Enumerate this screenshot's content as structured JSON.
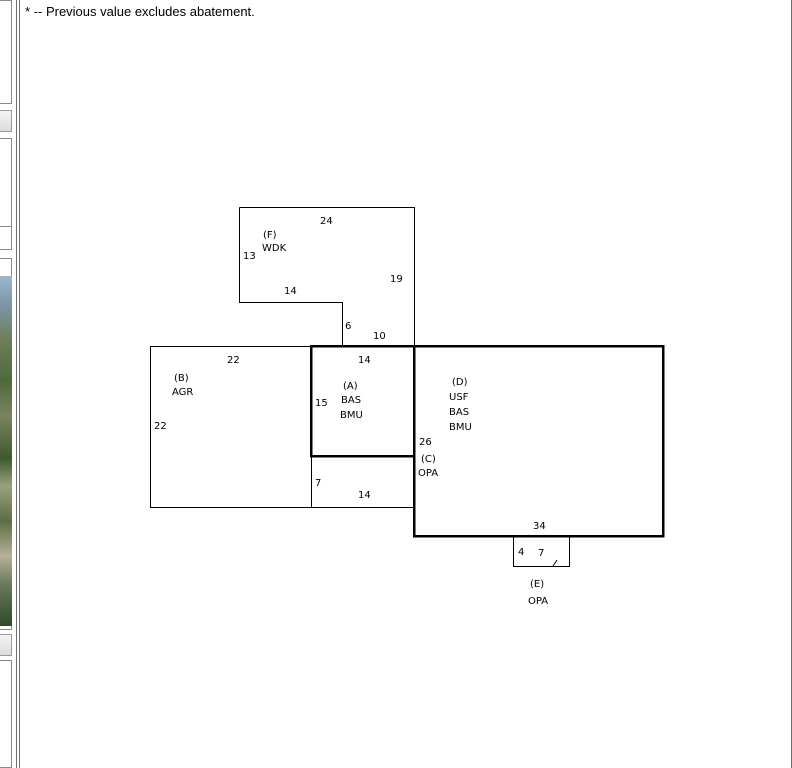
{
  "footnote": "* -- Previous value excludes abatement.",
  "left_panel": {
    "photo": "property-photo"
  },
  "sketch": {
    "areas": [
      {
        "id": "A",
        "id_label": "(A)",
        "codes": [
          "BAS",
          "BMU"
        ]
      },
      {
        "id": "B",
        "id_label": "(B)",
        "codes": [
          "AGR"
        ]
      },
      {
        "id": "C",
        "id_label": "(C)",
        "codes": [
          "OPA"
        ]
      },
      {
        "id": "D",
        "id_label": "(D)",
        "codes": [
          "USF",
          "BAS",
          "BMU"
        ]
      },
      {
        "id": "E",
        "id_label": "(E)",
        "codes": [
          "OPA"
        ]
      },
      {
        "id": "F",
        "id_label": "(F)",
        "codes": [
          "WDK"
        ]
      }
    ],
    "dimensions": {
      "f_top": "24",
      "f_left": "13",
      "f_right": "19",
      "f_inner_bottom": "14",
      "f_step_vertical": "6",
      "f_step_horizontal": "10",
      "a_top": "14",
      "a_left": "15",
      "b_top": "22",
      "b_left": "22",
      "c_left": "7",
      "c_bottom": "14",
      "d_left": "26",
      "d_bottom": "34",
      "e_left": "4",
      "e_top": "7"
    }
  }
}
